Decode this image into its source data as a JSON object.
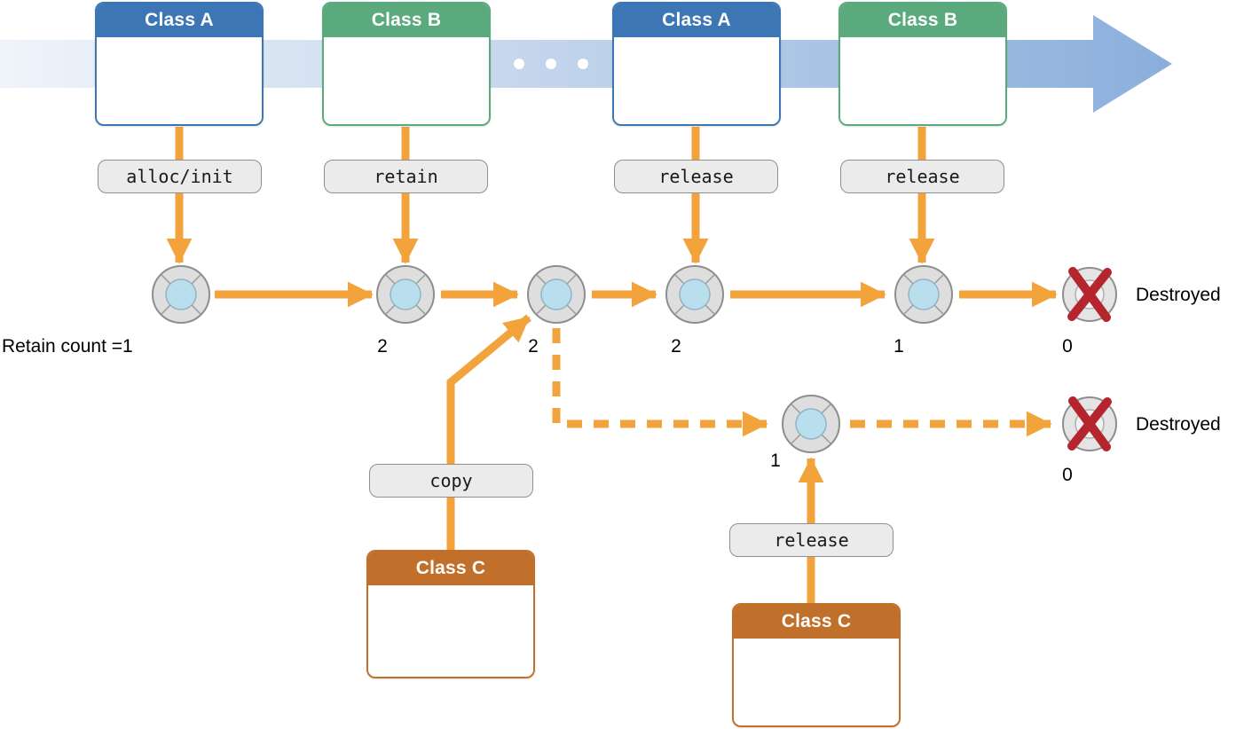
{
  "colors": {
    "arrow_orange": "#F2A33C",
    "class_a_blue": "#3D76B5",
    "class_b_green": "#5BAA7E",
    "class_c_brown": "#C0702B",
    "timeline_start": "#EFF4FA",
    "timeline_end": "#8AAEDC",
    "pill_fill": "#EBEBEB",
    "pill_border": "#8F8F8F",
    "destroyed_red": "#B5252E",
    "object_inner": "#B9DFEF",
    "object_outer": "#DEDEDE"
  },
  "timeline": {
    "ellipsis": "• • •"
  },
  "class_boxes": [
    {
      "label": "Class A"
    },
    {
      "label": "Class B"
    },
    {
      "label": "Class A"
    },
    {
      "label": "Class B"
    },
    {
      "label": "Class C"
    },
    {
      "label": "Class C"
    }
  ],
  "action_labels": [
    {
      "label": "alloc/init"
    },
    {
      "label": "retain"
    },
    {
      "label": "release"
    },
    {
      "label": "release"
    },
    {
      "label": "copy"
    },
    {
      "label": "release"
    }
  ],
  "counts": {
    "start": "Retain count =1",
    "after_retain": "2",
    "at_copy_point": "2",
    "after_release_1": "2",
    "after_release_2": "1",
    "destroyed_main": "0",
    "copy_object": "1",
    "copy_destroyed": "0"
  },
  "destroyed": {
    "main_label": "Destroyed",
    "copy_label": "Destroyed"
  }
}
